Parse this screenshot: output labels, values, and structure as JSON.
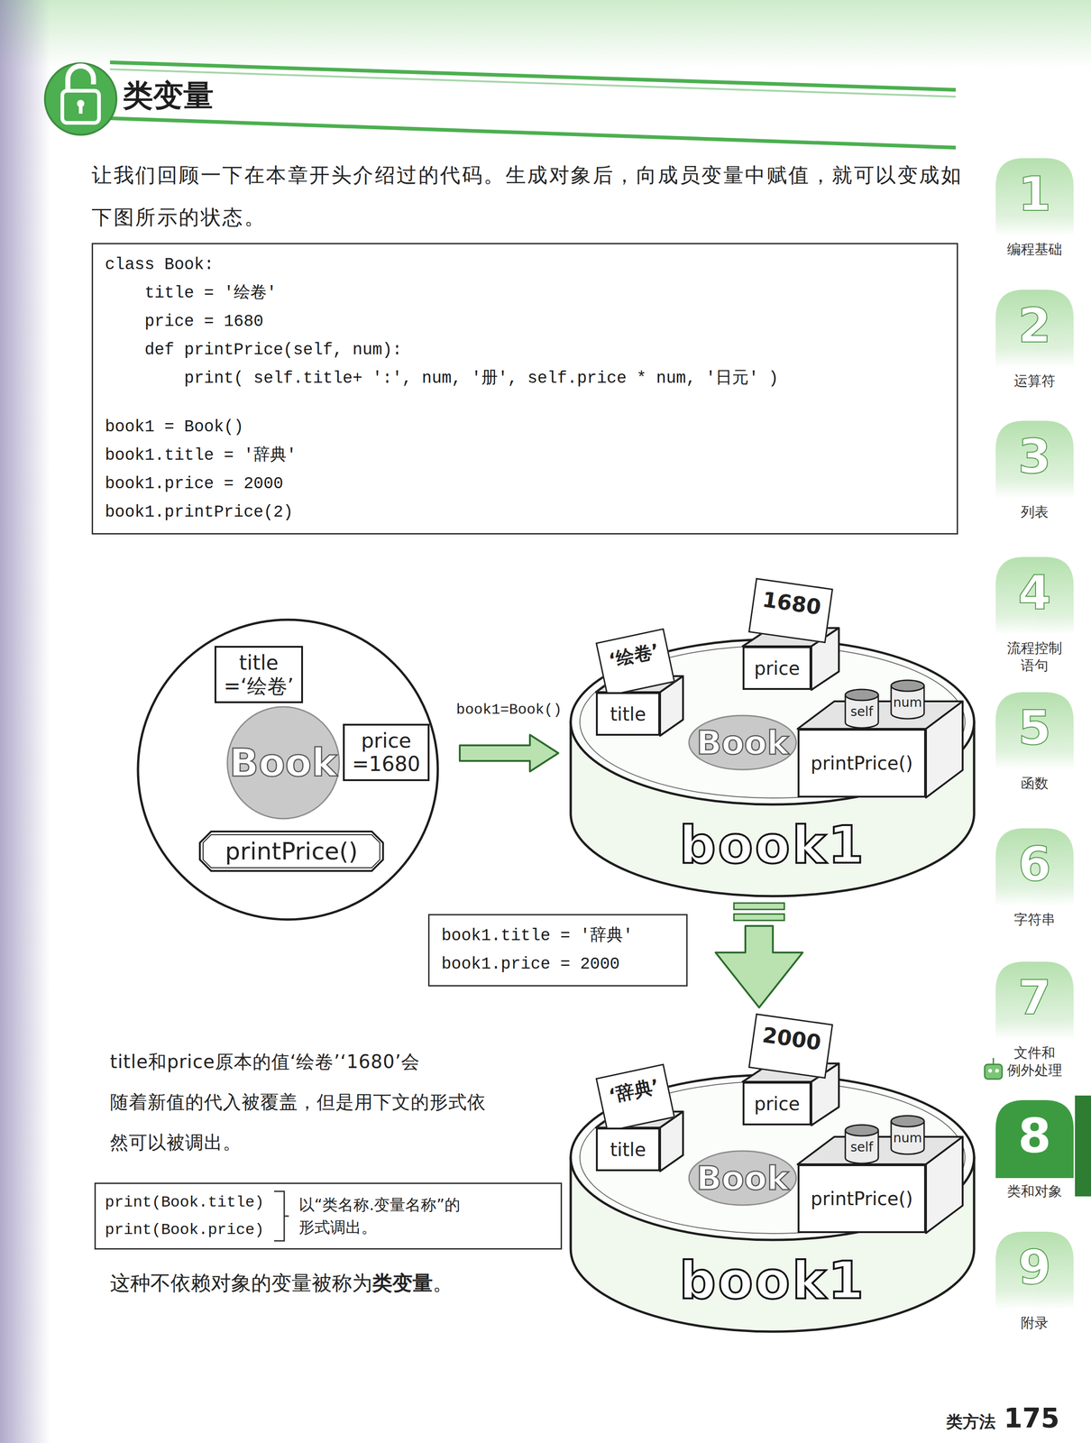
{
  "diagram": {
    "title": "类变量",
    "nodes": [
      {
        "text": [
          "class Book:",
          "    title = '绘卷'",
          "    price = 1680",
          "    def printPrice(self, num):",
          "        print( self.title+ ':', num, '册', self.price * num, '日元' )",
          "book1 = Book()",
          "book1.title = '辞典'",
          "book1.price = 2000",
          "book1.printPrice(2)"
        ]
      },
      {
        "text": []
      },
      {
        "text": [
          "title =‘绘卷’"
        ],
        "in": 1
      },
      {
        "text": [
          "Book"
        ],
        "in": 1
      },
      {
        "text": [
          "price =1680"
        ],
        "in": 1
      },
      {
        "text": [
          "printPrice()"
        ],
        "in": 1
      },
      {
        "text": [
          "book1"
        ]
      },
      {
        "text": [
          "‘绘卷’"
        ],
        "in": 6
      },
      {
        "text": [
          "title"
        ],
        "in": 6
      },
      {
        "text": [
          "1680"
        ],
        "in": 6
      },
      {
        "text": [
          "price"
        ],
        "in": 6
      },
      {
        "text": [
          "Book"
        ],
        "in": 6
      },
      {
        "text": [
          "printPrice()"
        ],
        "in": 6
      },
      {
        "text": [
          "self"
        ],
        "in": 6
      },
      {
        "text": [
          "num"
        ],
        "in": 6
      },
      {
        "text": [
          "book1.title = '辞典'",
          "book1.price = 2000"
        ]
      },
      {
        "text": [
          "book1"
        ]
      },
      {
        "text": [
          "‘辞典’"
        ],
        "in": 16
      },
      {
        "text": [
          "title"
        ],
        "in": 16
      },
      {
        "text": [
          "2000"
        ],
        "in": 16
      },
      {
        "text": [
          "price"
        ],
        "in": 16
      },
      {
        "text": [
          "Book"
        ],
        "in": 16
      },
      {
        "text": [
          "printPrice()"
        ],
        "in": 16
      },
      {
        "text": [
          "self"
        ],
        "in": 16
      },
      {
        "text": [
          "num"
        ],
        "in": 16
      },
      {
        "text": [
          "print(Book.title)",
          "print(Book.price)",
          "以“类名称.变量名称”的 形式调出。"
        ]
      },
      {
        "text": [
          "1",
          "编程基础"
        ]
      },
      {
        "text": [
          "2",
          "运算符"
        ]
      },
      {
        "text": [
          "3",
          "列表"
        ]
      },
      {
        "text": [
          "4",
          "流程控制 语句"
        ]
      },
      {
        "text": [
          "5",
          "函数"
        ]
      },
      {
        "text": [
          "6",
          "字符串"
        ]
      },
      {
        "text": [
          "7",
          "文件和 例外处理"
        ]
      },
      {
        "text": [
          "8",
          "类和对象"
        ]
      },
      {
        "text": [
          "9",
          "附录"
        ]
      }
    ],
    "edges": [
      {
        "from": 1,
        "to": 6,
        "label": "book1=Book()",
        "arrow": "to"
      },
      {
        "from": 6,
        "to": 16,
        "arrow": "to"
      }
    ],
    "labels": [
      "让我们回顾一下在本章开头介绍过的代码。生成对象后，向成员变量中赋值，就可以变成如 下图所示的状态。",
      "title和price原本的值‘绘卷’‘1680’会 随着新值的代入被覆盖，但是用下文的形式依 然可以被调出。",
      "这种不依赖对象的变量被称为",
      "类变量",
      "。",
      "类方法",
      "175"
    ]
  }
}
